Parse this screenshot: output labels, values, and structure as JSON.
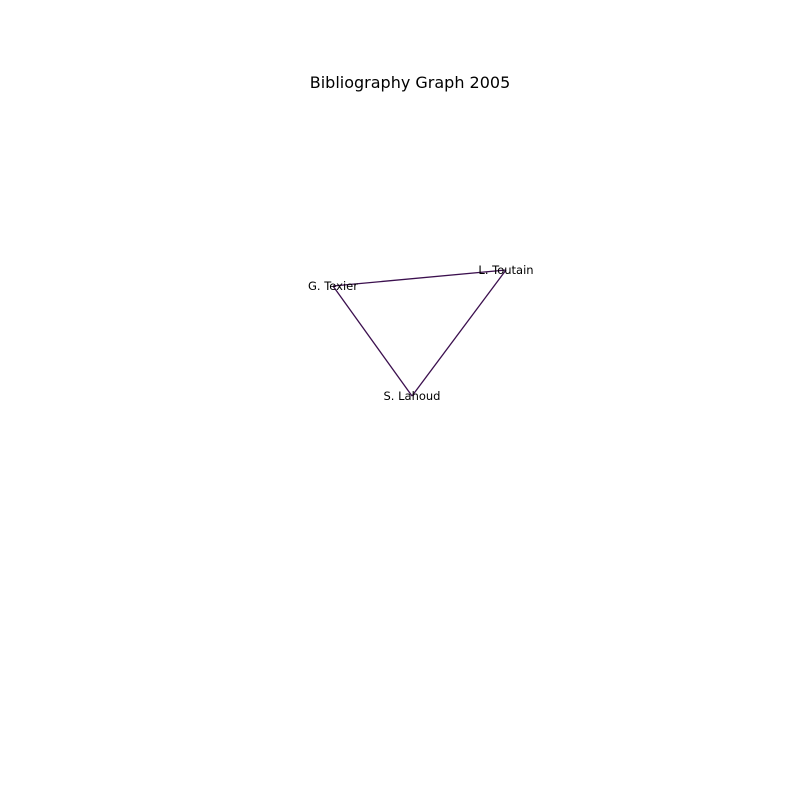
{
  "title": "Bibliography Graph 2005",
  "colors": {
    "background": "#ffffff",
    "edge": "#3b0f4e",
    "text": "#000000"
  },
  "nodes": [
    {
      "id": "texier",
      "label": "G. Texier"
    },
    {
      "id": "toutain",
      "label": "L. Toutain"
    },
    {
      "id": "lahoud",
      "label": "S. Lahoud"
    }
  ],
  "edges": [
    {
      "source": "texier",
      "target": "toutain"
    },
    {
      "source": "toutain",
      "target": "lahoud"
    },
    {
      "source": "lahoud",
      "target": "texier"
    }
  ]
}
